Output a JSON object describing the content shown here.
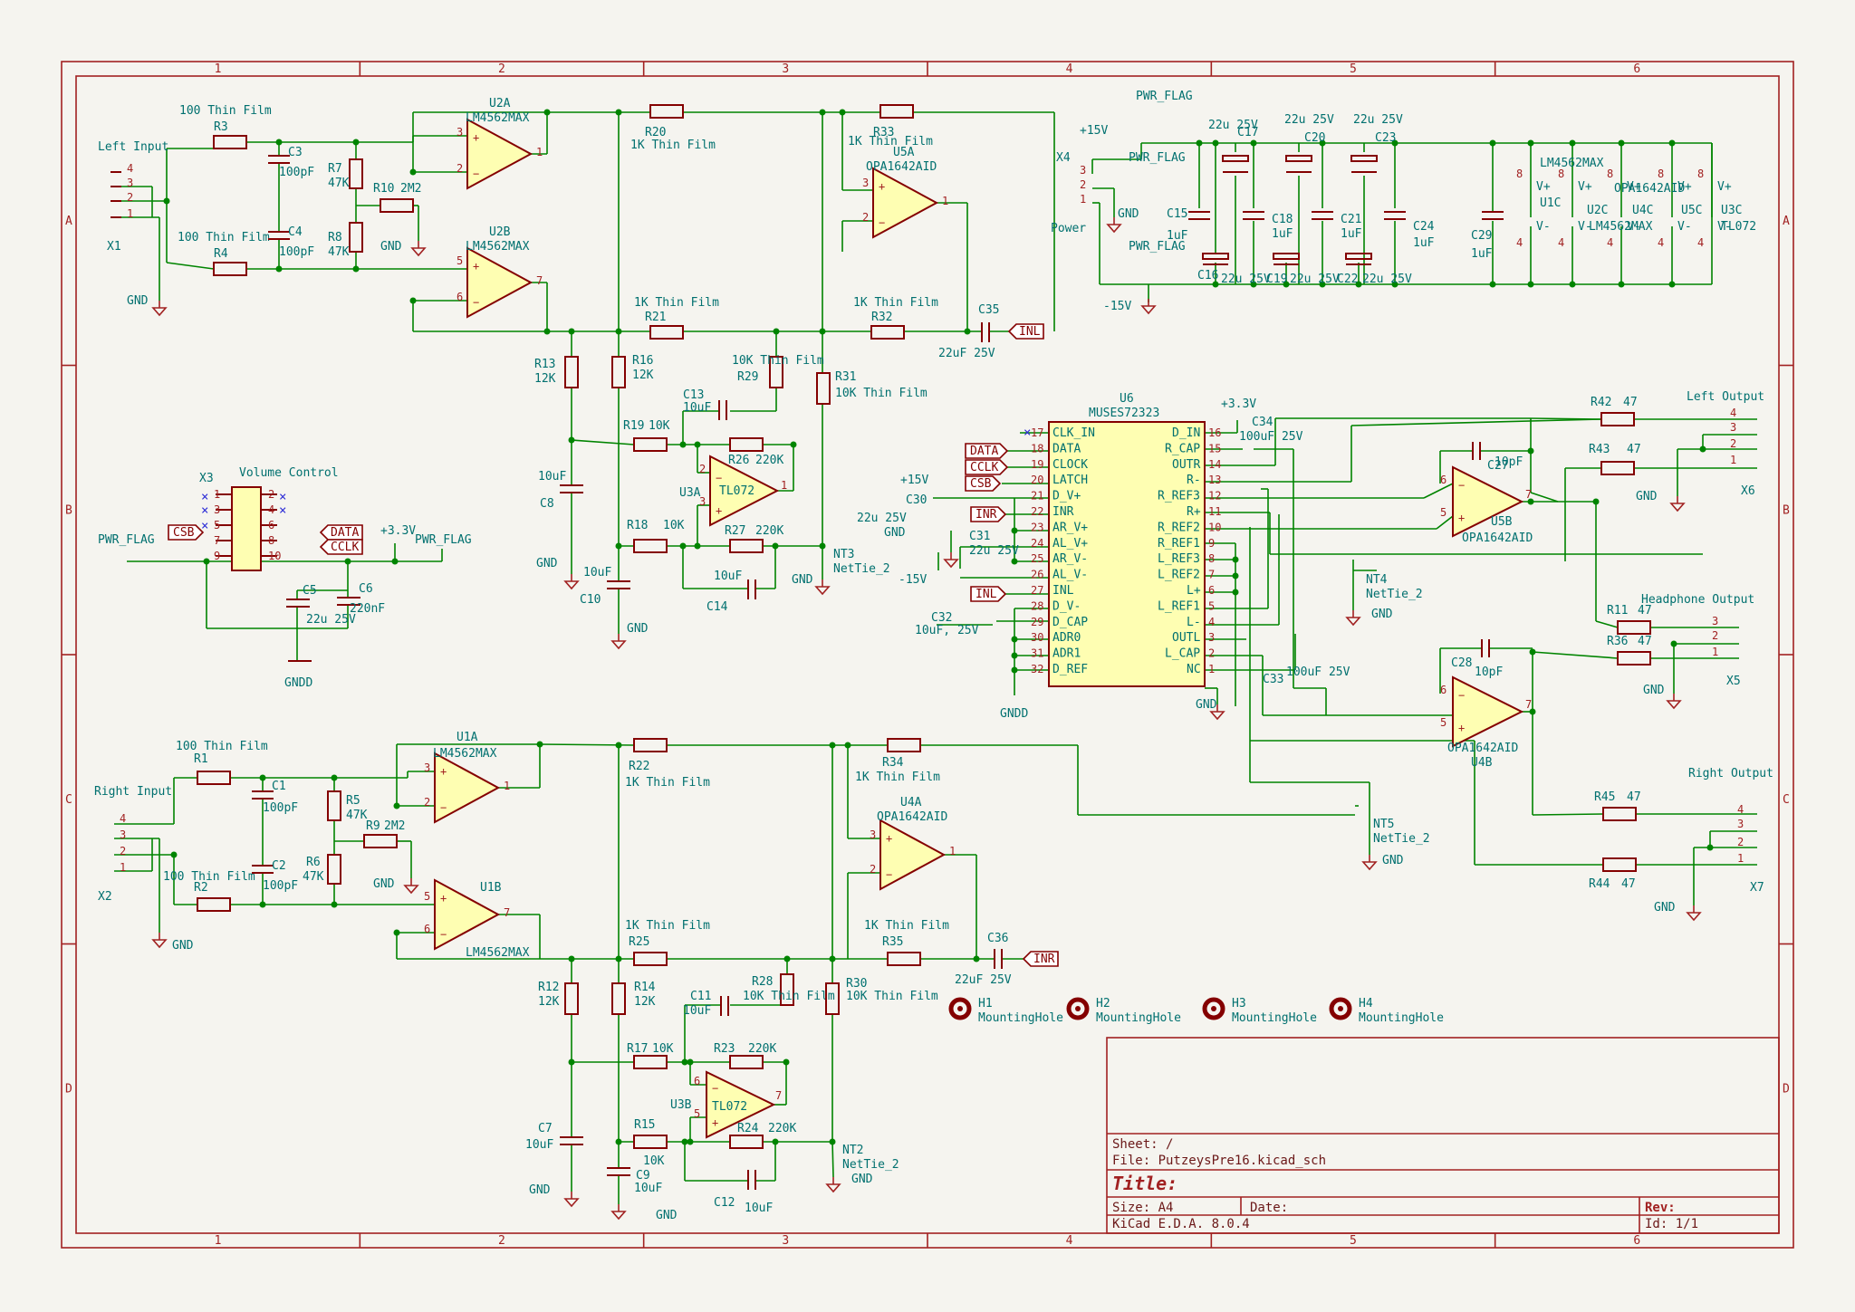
{
  "border": {
    "columns": [
      "1",
      "2",
      "3",
      "4",
      "5",
      "6"
    ],
    "rows": [
      "A",
      "B",
      "C",
      "D"
    ]
  },
  "title_block": {
    "sheet": "Sheet: /",
    "file": "File: PutzeysPre16.kicad_sch",
    "title": "Title:",
    "size": "Size: A4",
    "date": "Date:",
    "rev": "Rev:",
    "tool": "KiCad E.D.A. 8.0.4",
    "id": "Id: 1/1"
  },
  "connectors": {
    "x1": {
      "ref": "X1",
      "title": "Left Input",
      "pins": [
        "4",
        "3",
        "2",
        "1"
      ],
      "gnd": "GND"
    },
    "x2": {
      "ref": "X2",
      "title": "Right Input",
      "pins": [
        "4",
        "3",
        "2",
        "1"
      ],
      "gnd": "GND"
    },
    "x3": {
      "ref": "X3",
      "title": "Volume Control",
      "pins_left": [
        "1",
        "3",
        "5",
        "7",
        "9"
      ],
      "pins_right": [
        "2",
        "4",
        "6",
        "8",
        "10"
      ]
    },
    "x4": {
      "ref": "X4",
      "title": "Power",
      "pins": [
        "3",
        "2",
        "1"
      ]
    },
    "x5": {
      "ref": "X5",
      "title": "Headphone Output",
      "pins": [
        "3",
        "2",
        "1"
      ]
    },
    "x6": {
      "ref": "X6",
      "title": "Left Output",
      "pins": [
        "4",
        "3",
        "2",
        "1"
      ]
    },
    "x7": {
      "ref": "X7",
      "title": "Right Output",
      "pins": [
        "4",
        "3",
        "2",
        "1"
      ]
    }
  },
  "upper": {
    "r3": {
      "ref": "R3",
      "val": "100 Thin Film"
    },
    "r4": {
      "ref": "R4",
      "val": "100 Thin Film"
    },
    "c3": {
      "ref": "C3",
      "val": "100pF"
    },
    "c4": {
      "ref": "C4",
      "val": "100pF"
    },
    "r7": {
      "ref": "R7",
      "val": "47K"
    },
    "r8": {
      "ref": "R8",
      "val": "47K"
    },
    "r10": {
      "ref": "R10",
      "val": "2M2"
    },
    "u2a": {
      "ref": "U2A",
      "val": "LM4562MAX"
    },
    "u2b": {
      "ref": "U2B",
      "val": "LM4562MAX"
    },
    "r20": {
      "ref": "R20",
      "val": "1K Thin Film"
    },
    "r21": {
      "ref": "R21",
      "val": "1K Thin Film"
    },
    "r33": {
      "ref": "R33",
      "val": "1K Thin Film"
    },
    "r32": {
      "ref": "R32",
      "val": "1K Thin Film"
    },
    "u5a": {
      "ref": "U5A",
      "val": "OPA1642AID"
    },
    "c35": {
      "ref": "C35",
      "val": "22uF 25V"
    },
    "r13": {
      "ref": "R13",
      "val": "12K"
    },
    "r16": {
      "ref": "R16",
      "val": "12K"
    },
    "r29": {
      "ref": "R29",
      "val": "10K Thin Film"
    },
    "r31": {
      "ref": "R31",
      "val": "10K Thin Film"
    },
    "c13": {
      "ref": "C13",
      "val": "10uF"
    },
    "r19": {
      "ref": "R19",
      "val": "10K"
    },
    "r26": {
      "ref": "R26",
      "val": "220K"
    },
    "u3a": {
      "ref": "U3A",
      "val": "TL072"
    },
    "c8": {
      "ref": "C8",
      "val": "10uF"
    },
    "r18": {
      "ref": "R18",
      "val": "10K"
    },
    "r27": {
      "ref": "R27",
      "val": "220K"
    },
    "c10": {
      "ref": "C10",
      "val": "10uF"
    },
    "c14": {
      "ref": "C14",
      "val": "10uF"
    },
    "nt3": {
      "ref": "NT3",
      "val": "NetTie_2"
    }
  },
  "lower": {
    "r1": {
      "ref": "R1",
      "val": "100 Thin Film"
    },
    "r2": {
      "ref": "R2",
      "val": "100 Thin Film"
    },
    "c1": {
      "ref": "C1",
      "val": "100pF"
    },
    "c2": {
      "ref": "C2",
      "val": "100pF"
    },
    "r5": {
      "ref": "R5",
      "val": "47K"
    },
    "r6": {
      "ref": "R6",
      "val": "47K"
    },
    "r9": {
      "ref": "R9",
      "val": "2M2"
    },
    "u1a": {
      "ref": "U1A",
      "val": "LM4562MAX"
    },
    "u1b": {
      "ref": "U1B",
      "val": "LM4562MAX"
    },
    "r22": {
      "ref": "R22",
      "val": "1K Thin Film"
    },
    "r25": {
      "ref": "R25",
      "val": "1K Thin Film"
    },
    "r34": {
      "ref": "R34",
      "val": "1K Thin Film"
    },
    "r35": {
      "ref": "R35",
      "val": "1K Thin Film"
    },
    "u4a": {
      "ref": "U4A",
      "val": "OPA1642AID"
    },
    "c36": {
      "ref": "C36",
      "val": "22uF 25V"
    },
    "r12": {
      "ref": "R12",
      "val": "12K"
    },
    "r14": {
      "ref": "R14",
      "val": "12K"
    },
    "r28": {
      "ref": "R28",
      "val": "10K Thin Film"
    },
    "r30": {
      "ref": "R30",
      "val": "10K Thin Film"
    },
    "c11": {
      "ref": "C11",
      "val": "10uF"
    },
    "r17": {
      "ref": "R17",
      "val": "10K"
    },
    "r23": {
      "ref": "R23",
      "val": "220K"
    },
    "u3b": {
      "ref": "U3B",
      "val": "TL072"
    },
    "c7": {
      "ref": "C7",
      "val": "10uF"
    },
    "r15": {
      "ref": "R15",
      "val": "10K"
    },
    "r24": {
      "ref": "R24",
      "val": "220K"
    },
    "c9": {
      "ref": "C9",
      "val": "10uF"
    },
    "c12": {
      "ref": "C12",
      "val": "10uF"
    },
    "nt2": {
      "ref": "NT2",
      "val": "NetTie_2"
    }
  },
  "power": {
    "p15": "+15V",
    "m15": "-15V",
    "p33": "+3.3V",
    "gnd": "GND",
    "gndd": "GNDD",
    "flag": "PWR_FLAG",
    "c17": {
      "ref": "C17",
      "val": "22u 25V"
    },
    "c20": {
      "ref": "C20",
      "val": "22u 25V"
    },
    "c23": {
      "ref": "C23",
      "val": "22u 25V"
    },
    "c15": {
      "ref": "C15",
      "val": "1uF"
    },
    "c16": {
      "ref": "C16",
      "val": "22u 25V"
    },
    "c18": {
      "ref": "C18",
      "val": "1uF"
    },
    "c19": {
      "ref": "C19",
      "val": "22u 25V"
    },
    "c21": {
      "ref": "C21",
      "val": "1uF"
    },
    "c22": {
      "ref": "C22",
      "val": "22u 25V"
    },
    "c24": {
      "ref": "C24",
      "val": "1uF"
    },
    "c29": {
      "ref": "C29",
      "val": "1uF"
    },
    "u1c": {
      "ref": "U1C",
      "val": "LM4562MAX"
    },
    "u2c": {
      "ref": "U2C",
      "val": "LM4562MAX"
    },
    "u4c": {
      "ref": "U4C",
      "val": "OPA1642AID"
    },
    "u5c": {
      "ref": "U5C"
    },
    "u3c": {
      "ref": "U3C",
      "val": "TL072"
    },
    "vplus": "V+",
    "vminus": "V-",
    "pin8": "8",
    "pin4": "4"
  },
  "muses": {
    "ref": "U6",
    "val": "MUSES72323",
    "left_pins": [
      {
        "n": "17",
        "name": "CLK_IN"
      },
      {
        "n": "18",
        "name": "DATA"
      },
      {
        "n": "19",
        "name": "CLOCK"
      },
      {
        "n": "20",
        "name": "LATCH"
      },
      {
        "n": "21",
        "name": "D_V+"
      },
      {
        "n": "22",
        "name": "INR"
      },
      {
        "n": "23",
        "name": "AR_V+"
      },
      {
        "n": "24",
        "name": "AL_V+"
      },
      {
        "n": "25",
        "name": "AR_V-"
      },
      {
        "n": "26",
        "name": "AL_V-"
      },
      {
        "n": "27",
        "name": "INL"
      },
      {
        "n": "28",
        "name": "D_V-"
      },
      {
        "n": "29",
        "name": "D_CAP"
      },
      {
        "n": "30",
        "name": "ADR0"
      },
      {
        "n": "31",
        "name": "ADR1"
      },
      {
        "n": "32",
        "name": "D_REF"
      }
    ],
    "right_pins": [
      {
        "n": "16",
        "name": "D_IN"
      },
      {
        "n": "15",
        "name": "R_CAP"
      },
      {
        "n": "14",
        "name": "OUTR"
      },
      {
        "n": "13",
        "name": "R-"
      },
      {
        "n": "12",
        "name": "R_REF3"
      },
      {
        "n": "11",
        "name": "R+"
      },
      {
        "n": "10",
        "name": "R_REF2"
      },
      {
        "n": "9",
        "name": "R_REF1"
      },
      {
        "n": "8",
        "name": "L_REF3"
      },
      {
        "n": "7",
        "name": "L_REF2"
      },
      {
        "n": "6",
        "name": "L+"
      },
      {
        "n": "5",
        "name": "L_REF1"
      },
      {
        "n": "4",
        "name": "L-"
      },
      {
        "n": "3",
        "name": "OUTL"
      },
      {
        "n": "2",
        "name": "L_CAP"
      },
      {
        "n": "1",
        "name": "NC"
      }
    ],
    "c30": {
      "ref": "C30",
      "val": "22u 25V"
    },
    "c31": {
      "ref": "C31",
      "val": "22u 25V"
    },
    "c32": {
      "ref": "C32",
      "val": "10uF, 25V"
    },
    "c34": {
      "ref": "C34",
      "val": "100uF 25V"
    },
    "c33": {
      "ref": "C33",
      "val": "100uF 25V"
    }
  },
  "outputs": {
    "u5b": {
      "ref": "U5B",
      "val": "OPA1642AID"
    },
    "u4b": {
      "ref": "U4B",
      "val": "OPA1642AID"
    },
    "c27": {
      "ref": "C27",
      "val": "10pF"
    },
    "c28": {
      "ref": "C28",
      "val": "10pF"
    },
    "r42": {
      "ref": "R42",
      "val": "47"
    },
    "r43": {
      "ref": "R43",
      "val": "47"
    },
    "r11": {
      "ref": "R11",
      "val": "47"
    },
    "r36": {
      "ref": "R36",
      "val": "47"
    },
    "r45": {
      "ref": "R45",
      "val": "47"
    },
    "r44": {
      "ref": "R44",
      "val": "47"
    },
    "nt4": {
      "ref": "NT4",
      "val": "NetTie_2"
    },
    "nt5": {
      "ref": "NT5",
      "val": "NetTie_2"
    }
  },
  "labels": {
    "data": "DATA",
    "cclk": "CCLK",
    "csb": "CSB",
    "inr": "INR",
    "inl": "INL"
  },
  "mounting": [
    {
      "ref": "H1",
      "val": "MountingHole"
    },
    {
      "ref": "H2",
      "val": "MountingHole"
    },
    {
      "ref": "H3",
      "val": "MountingHole"
    },
    {
      "ref": "H4",
      "val": "MountingHole"
    }
  ],
  "opamp_pins": {
    "plus": "+",
    "minus": "−"
  }
}
